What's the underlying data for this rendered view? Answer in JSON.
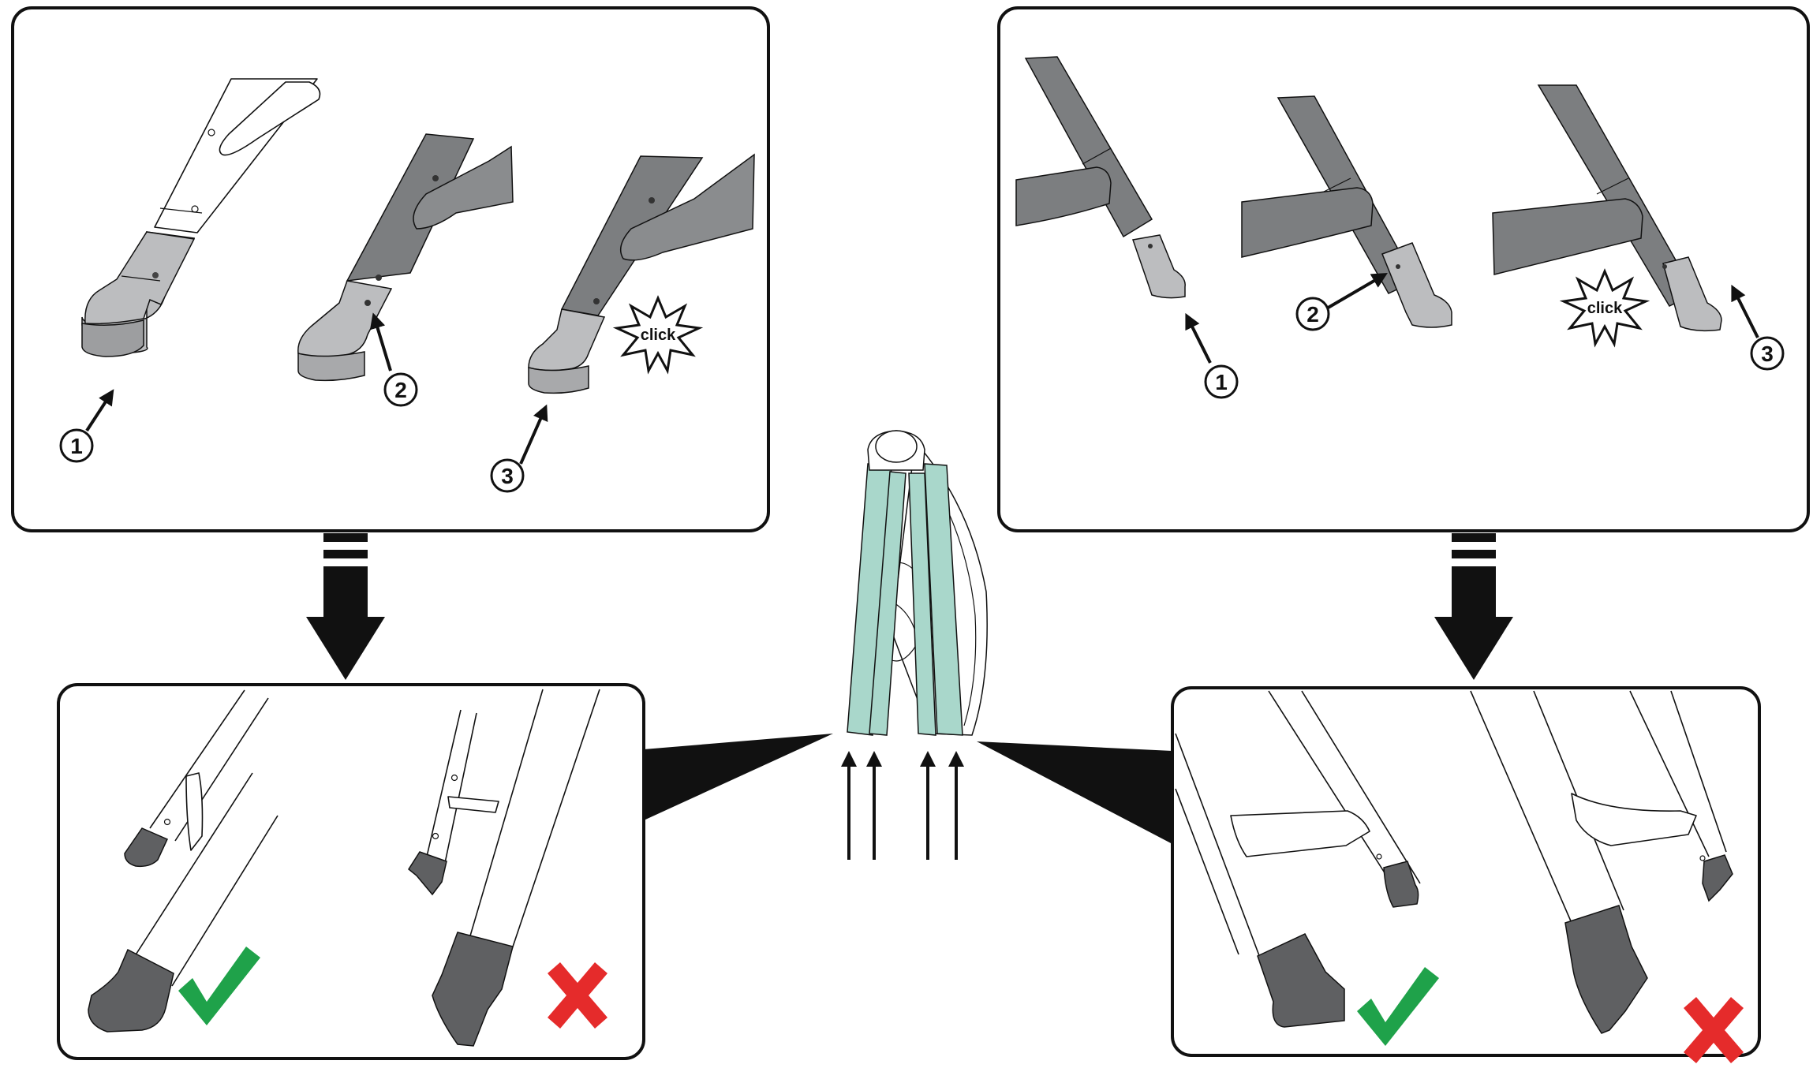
{
  "colors": {
    "frame_dark": "#8a8c8e",
    "frame_mid": "#7c7e80",
    "cap_light": "#bcbdbf",
    "cap_dark": "#5f6062",
    "tube_teal": "#a9d7cb",
    "check_green": "#1fa24a",
    "cross_red": "#e52b2b",
    "ink": "#111111"
  },
  "icons": [
    "arrow-up-icon",
    "arrow-down-icon",
    "checkmark-icon",
    "cross-icon",
    "click-burst-icon"
  ],
  "left_steps": {
    "step1": "1",
    "step2": "2",
    "step3": "3",
    "click": "click"
  },
  "right_steps": {
    "step1": "1",
    "step2": "2",
    "step3": "3",
    "click": "click"
  }
}
